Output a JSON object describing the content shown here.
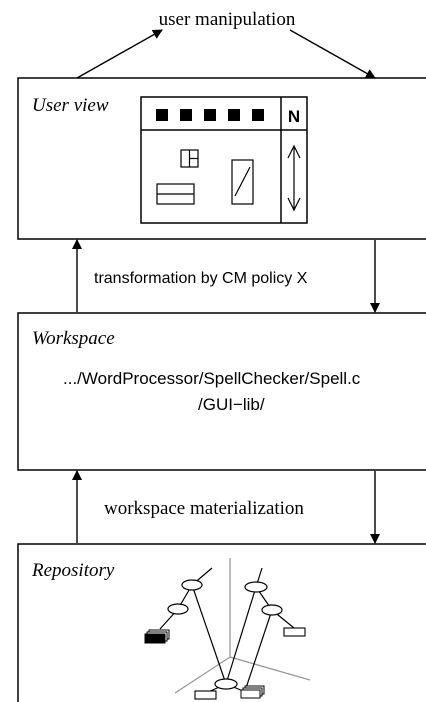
{
  "top_label": "user manipulation",
  "layers": {
    "user_view": {
      "title": "User view"
    },
    "workspace": {
      "title": "Workspace",
      "path_line1": ".../WordProcessor/SpellChecker/Spell.c",
      "path_line2": "/GUI−lib/"
    },
    "repository": {
      "title": "Repository"
    }
  },
  "arrows": {
    "view_workspace": "transformation by CM policy X",
    "workspace_repository": "workspace materialization"
  },
  "window_mockup": {
    "corner_letter": "N",
    "toolbar_squares": 5
  }
}
